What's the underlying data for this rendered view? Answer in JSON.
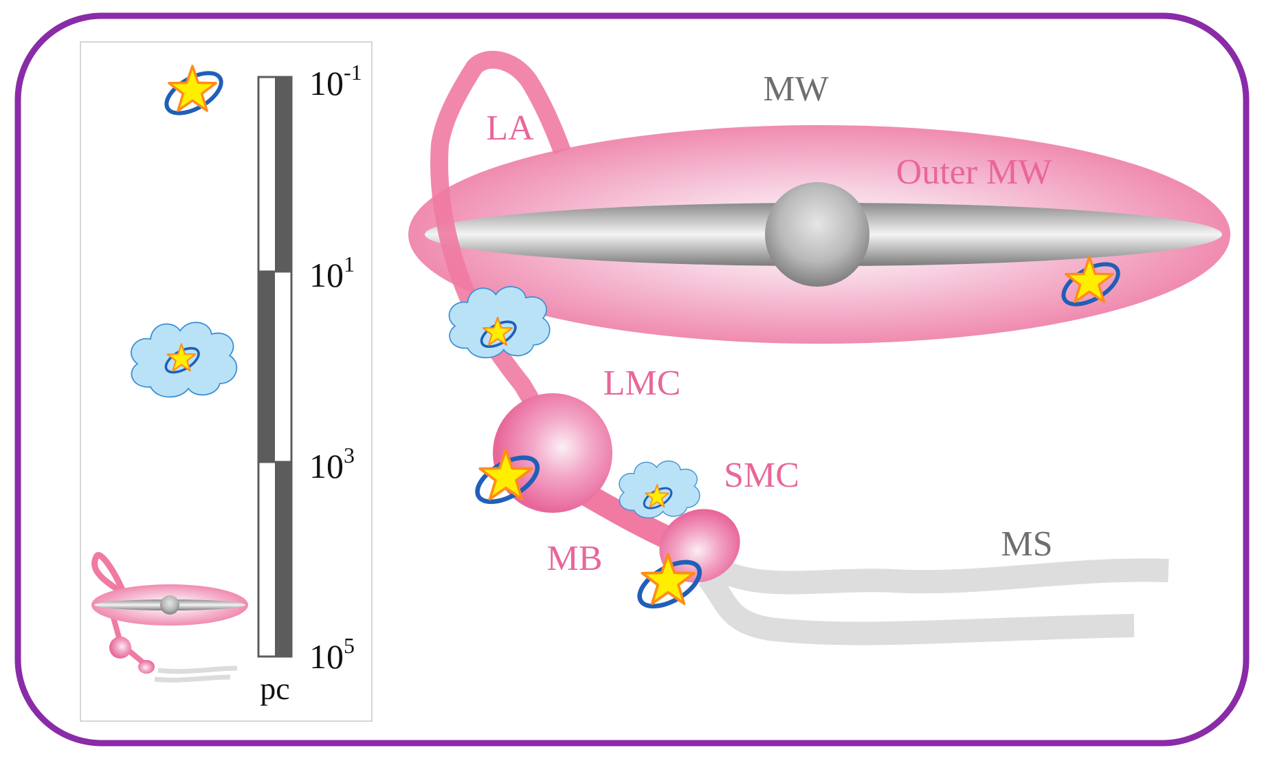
{
  "labels": {
    "mw": "MW",
    "outer_mw": "Outer MW",
    "la": "LA",
    "lmc": "LMC",
    "smc": "SMC",
    "mb": "MB",
    "ms": "MS"
  },
  "scale_bar": {
    "ticks": [
      {
        "base": "10",
        "exp": "-1"
      },
      {
        "base": "10",
        "exp": "1"
      },
      {
        "base": "10",
        "exp": "3"
      },
      {
        "base": "10",
        "exp": "5"
      }
    ],
    "unit": "pc"
  },
  "colors": {
    "frame": "#8a2ba8",
    "pink_label": "#e8669a",
    "gray_label": "#6e6e6e",
    "stream_pink": "#f07aa2",
    "cloud_fill": "#b9e2f7",
    "cloud_stroke": "#3a8fd6",
    "star_fill": "#ffee00",
    "star_stroke": "#ff8c1a",
    "orbit": "#1f5fb8",
    "bar_dark": "#5c5c5c"
  },
  "icons": [
    "star-icon",
    "orbit-ring-icon",
    "molecular-cloud-icon"
  ]
}
